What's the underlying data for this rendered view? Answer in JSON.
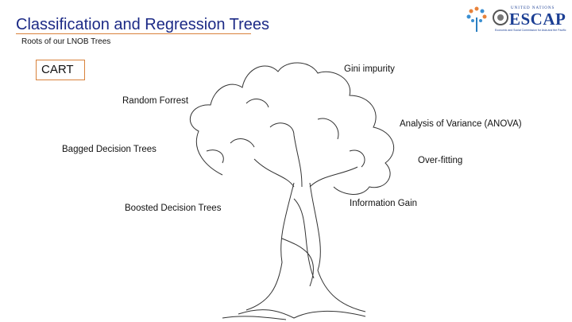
{
  "slide": {
    "title": "Classification and Regression Trees",
    "subtitle": "Roots of our LNOB Trees",
    "box_label": "CART"
  },
  "labels": {
    "gini": "Gini impurity",
    "random_forest": "Random Forrest",
    "anova": "Analysis of Variance (ANOVA)",
    "bagged": "Bagged Decision Trees",
    "overfitting": "Over-fitting",
    "information_gain": "Information Gain",
    "boosted": "Boosted Decision Trees"
  },
  "logo": {
    "org_top": "UNITED NATIONS",
    "org_name": "ESCAP",
    "org_full": "Economic and Social Commission for Asia and the Pacific"
  },
  "colors": {
    "title": "#1c2a86",
    "accent": "#d9823b",
    "logo": "#1c3f94"
  }
}
